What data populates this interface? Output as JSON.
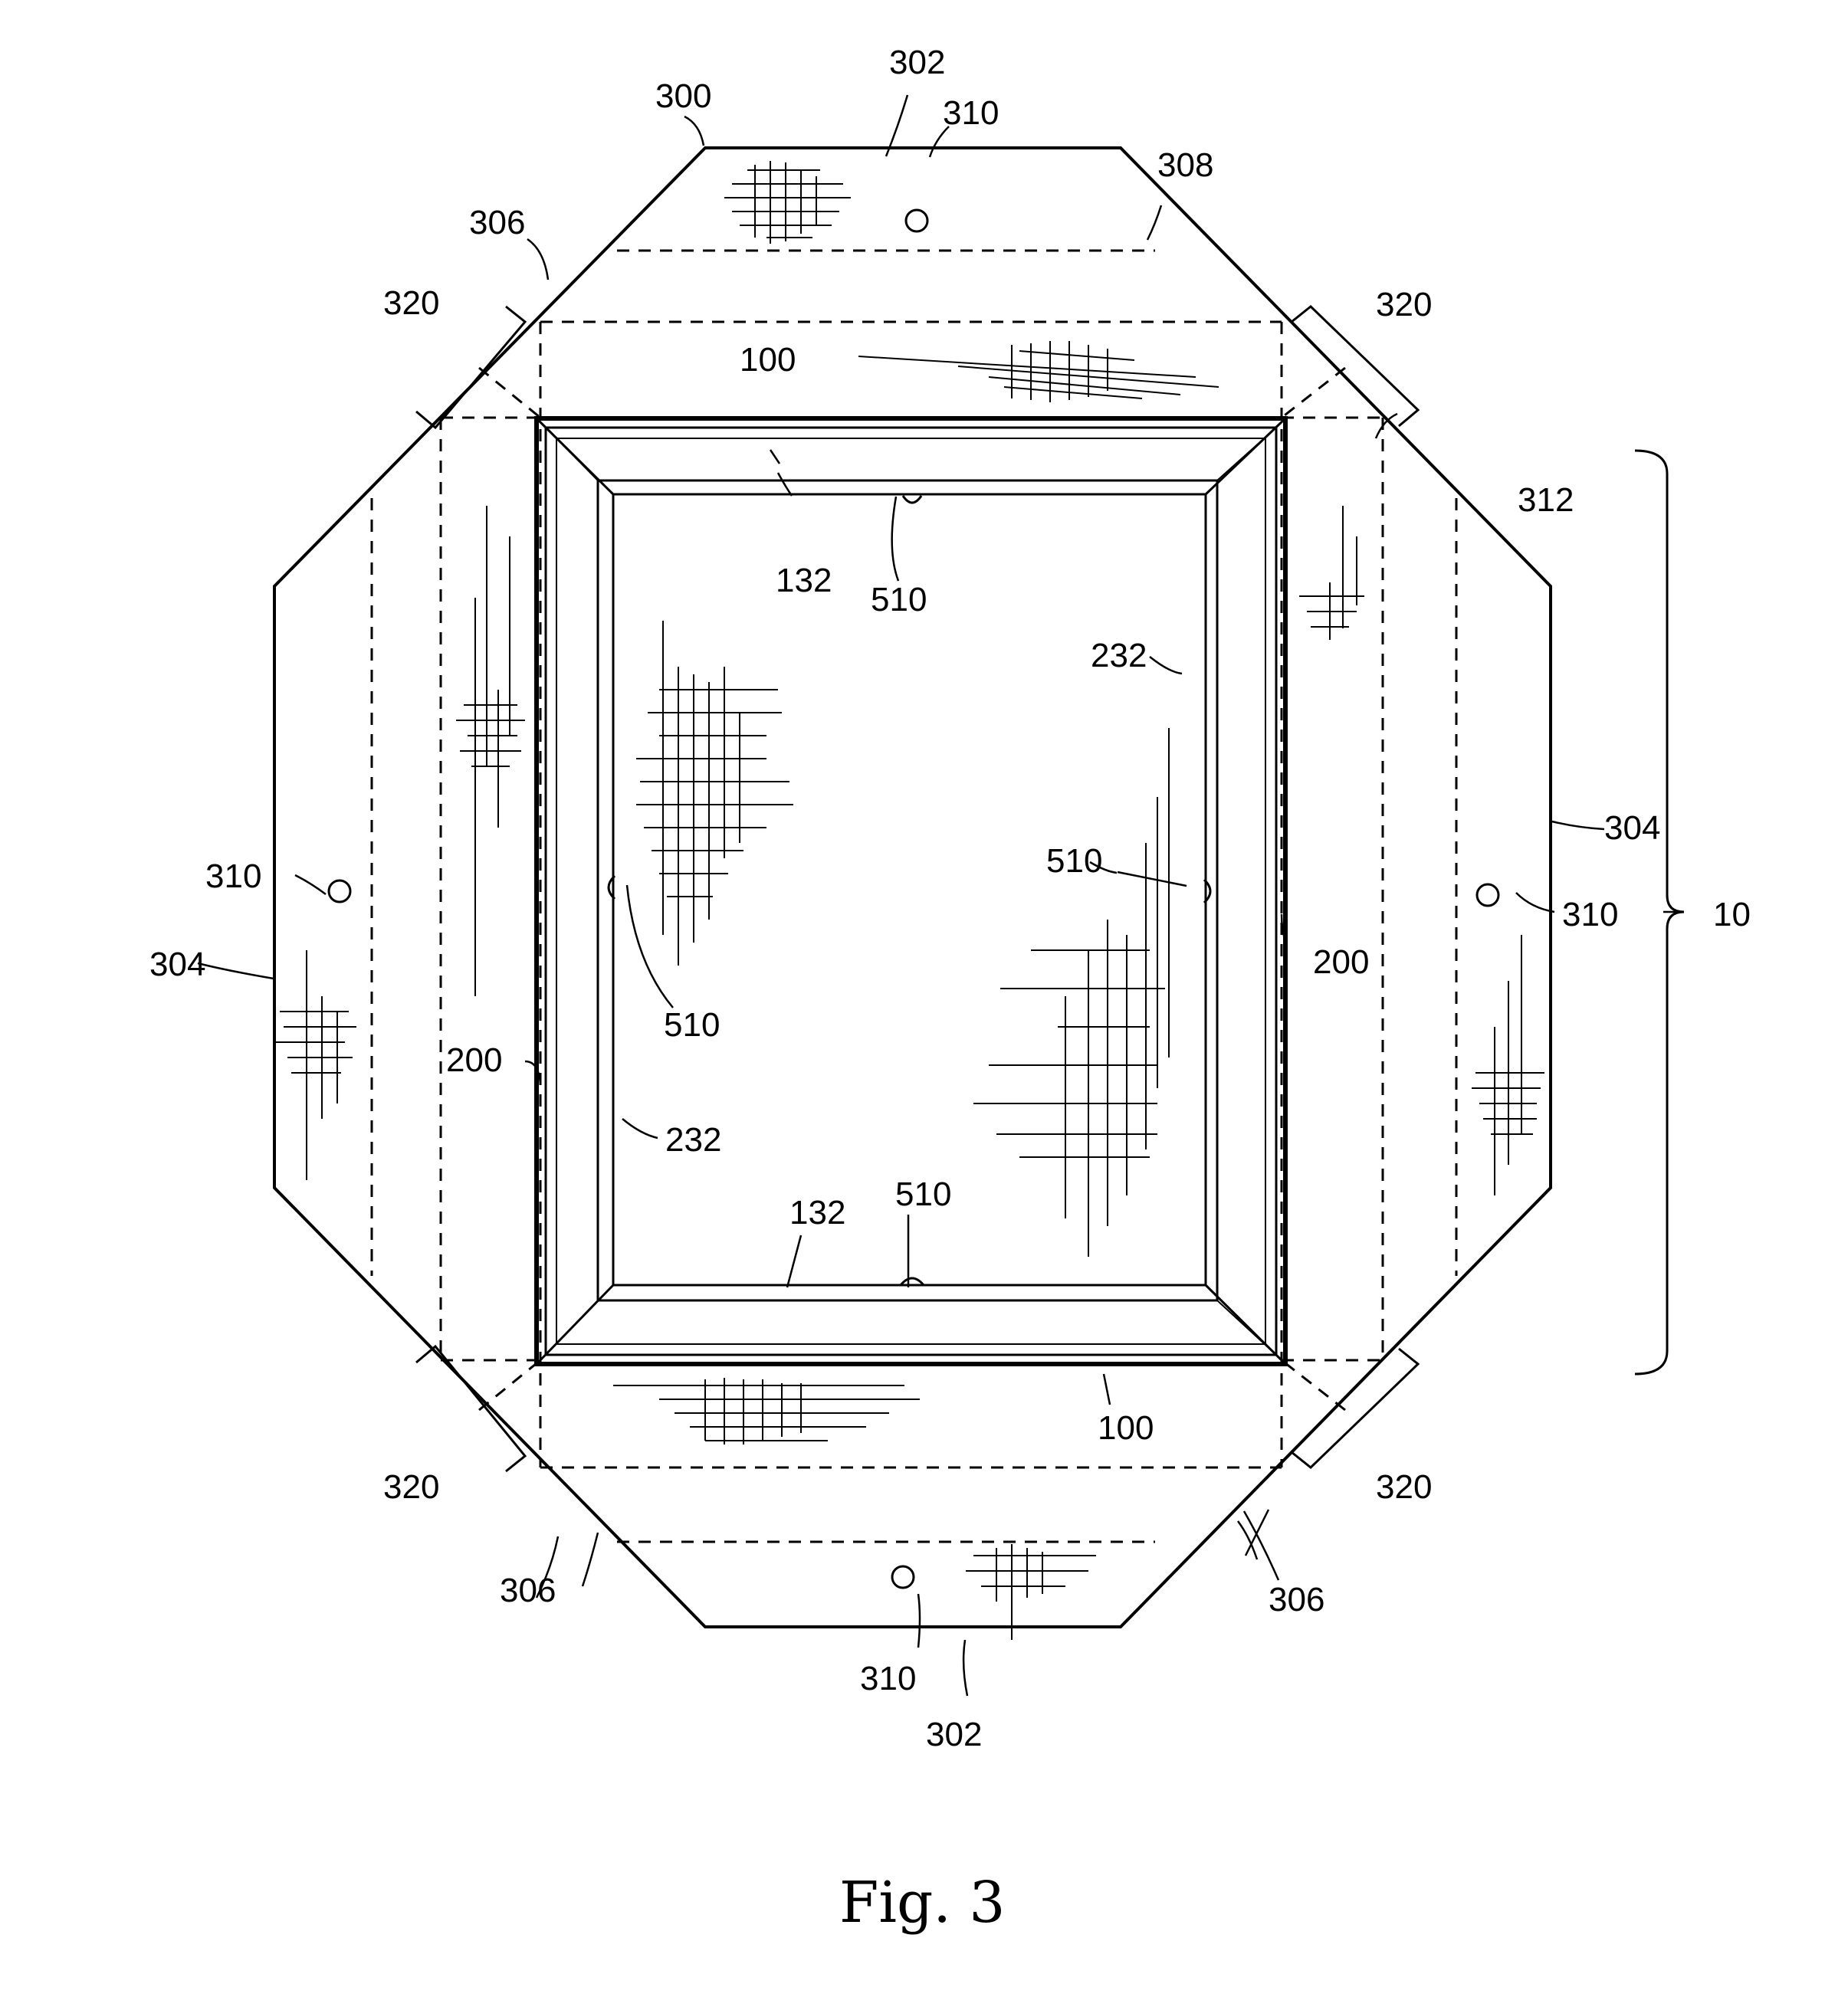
{
  "figure": {
    "caption": "Fig. 3",
    "labels": {
      "l300": "300",
      "l302_top": "302",
      "l302_bottom": "302",
      "l304_left": "304",
      "l304_right": "304",
      "l306_topleft": "306",
      "l306_bottomleft": "306",
      "l306_bottomright": "306",
      "l308": "308",
      "l310_top": "310",
      "l310_left": "310",
      "l310_right": "310",
      "l310_bottom": "310",
      "l312": "312",
      "l320_topleft": "320",
      "l320_topright": "320",
      "l320_bottomleft": "320",
      "l320_bottomright": "320",
      "l100_top": "100",
      "l100_bottom": "100",
      "l132_top": "132",
      "l132_bottom": "132",
      "l200_left": "200",
      "l200_right": "200",
      "l232_left": "232",
      "l232_right": "232",
      "l510_top": "510",
      "l510_left": "510",
      "l510_right": "510",
      "l510_bottom": "510",
      "l10": "10"
    }
  }
}
